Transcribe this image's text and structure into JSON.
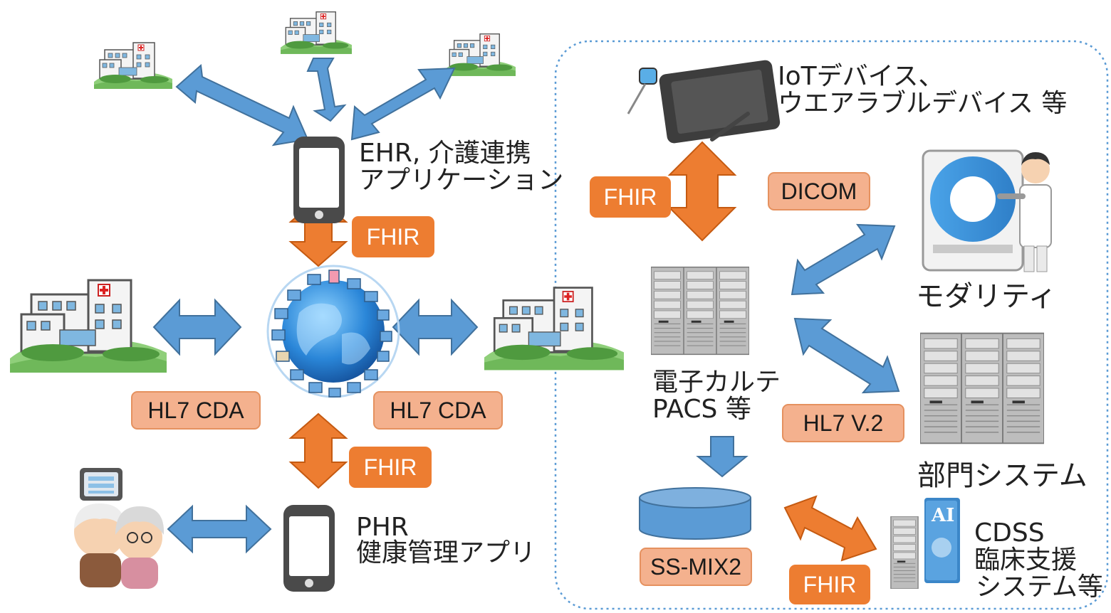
{
  "labels": {
    "ehr_line1": "EHR, 介護連携",
    "ehr_line2": "アプリケーション",
    "phr_line1": "PHR",
    "phr_line2": "健康管理アプリ",
    "iot_line1": "IoTデバイス、",
    "iot_line2": "ウエアラブルデバイス 等",
    "emr_line1": "電子カルテ",
    "emr_line2": "PACS 等",
    "modality": "モダリティ",
    "department": "部門システム",
    "cdss_line1": "CDSS",
    "cdss_line2": "臨床支援",
    "cdss_line3": "システム等",
    "ai": "AI"
  },
  "badges": {
    "fhir_top": "FHIR",
    "fhir_bottom": "FHIR",
    "hl7cda_left": "HL7 CDA",
    "hl7cda_right": "HL7 CDA",
    "fhir_iot": "FHIR",
    "dicom": "DICOM",
    "hl7v2": "HL7 V.2",
    "ssmix2": "SS-MIX2",
    "fhir_cdss": "FHIR"
  },
  "colors": {
    "blue_arrow": "#5B9BD5",
    "blue_arrow_stroke": "#41719C",
    "orange_arrow": "#ED7D31",
    "orange_arrow_stroke": "#C55A11",
    "badge_dark": "#ED7D31",
    "badge_light": "#F4B18E",
    "dotted_border": "#5B9BD5"
  }
}
